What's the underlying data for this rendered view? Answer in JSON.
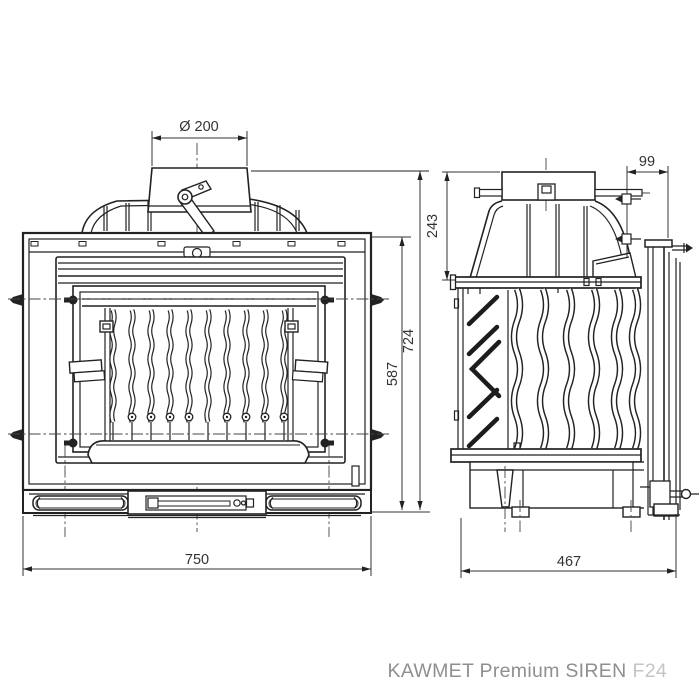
{
  "front_view": {
    "dim_flue_diameter": "Ø 200",
    "dim_width": "750",
    "dim_overall_height": "724",
    "dim_firebox_height": "587"
  },
  "side_view": {
    "dim_top_height": "243",
    "dim_flue_offset": "99",
    "dim_depth": "467"
  },
  "caption": {
    "main": "KAWMET Premium SIREN",
    "code": "F24"
  },
  "colors": {
    "line": "#222222",
    "dim_text": "#333333",
    "caption_main": "#8f8f8f",
    "caption_code": "#c4c4c4",
    "background": "#ffffff"
  }
}
